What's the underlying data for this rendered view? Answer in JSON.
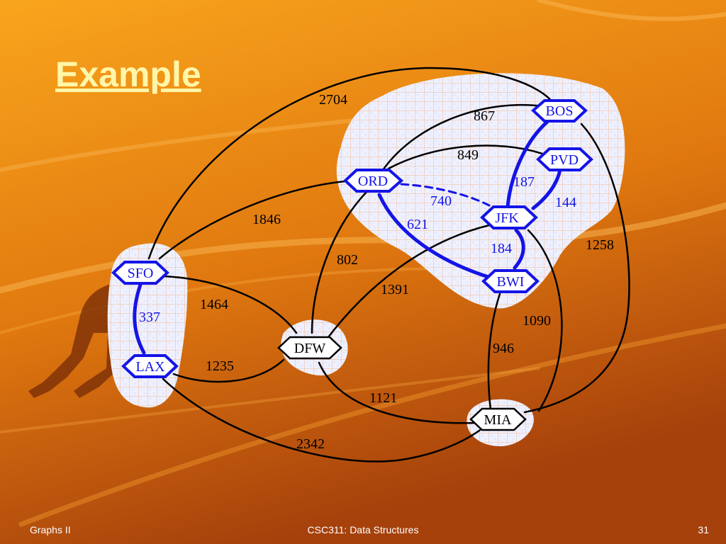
{
  "slide": {
    "title": "Example",
    "footer_left": "Graphs II",
    "footer_center": "CSC311: Data Structures",
    "footer_right": "31"
  },
  "colors": {
    "background_start": "#f7a21c",
    "background_end": "#a6410c",
    "title": "#fff6a8",
    "tree_edge": "#1414e6",
    "graph_edge": "#000000",
    "cluster_fill": "#eef0ff"
  },
  "nodes": [
    {
      "id": "BOS",
      "label": "BOS",
      "in_tree": true
    },
    {
      "id": "PVD",
      "label": "PVD",
      "in_tree": true
    },
    {
      "id": "ORD",
      "label": "ORD",
      "in_tree": true
    },
    {
      "id": "JFK",
      "label": "JFK",
      "in_tree": true
    },
    {
      "id": "BWI",
      "label": "BWI",
      "in_tree": true
    },
    {
      "id": "SFO",
      "label": "SFO",
      "in_tree": true
    },
    {
      "id": "LAX",
      "label": "LAX",
      "in_tree": true
    },
    {
      "id": "DFW",
      "label": "DFW",
      "in_tree": false
    },
    {
      "id": "MIA",
      "label": "MIA",
      "in_tree": false
    }
  ],
  "edges": [
    {
      "from": "SFO",
      "to": "BOS",
      "weight": "2704",
      "style": "plain"
    },
    {
      "from": "ORD",
      "to": "BOS",
      "weight": "867",
      "style": "plain"
    },
    {
      "from": "ORD",
      "to": "PVD",
      "weight": "849",
      "style": "plain"
    },
    {
      "from": "SFO",
      "to": "ORD",
      "weight": "1846",
      "style": "plain"
    },
    {
      "from": "ORD",
      "to": "DFW",
      "weight": "802",
      "style": "plain"
    },
    {
      "from": "DFW",
      "to": "JFK",
      "weight": "1391",
      "style": "plain"
    },
    {
      "from": "SFO",
      "to": "DFW",
      "weight": "1464",
      "style": "plain"
    },
    {
      "from": "LAX",
      "to": "DFW",
      "weight": "1235",
      "style": "plain"
    },
    {
      "from": "DFW",
      "to": "MIA",
      "weight": "1121",
      "style": "plain"
    },
    {
      "from": "LAX",
      "to": "MIA",
      "weight": "2342",
      "style": "plain"
    },
    {
      "from": "BWI",
      "to": "MIA",
      "weight": "946",
      "style": "plain"
    },
    {
      "from": "JFK",
      "to": "MIA",
      "weight": "1090",
      "style": "plain"
    },
    {
      "from": "BOS",
      "to": "MIA",
      "weight": "1258",
      "style": "plain"
    },
    {
      "from": "SFO",
      "to": "LAX",
      "weight": "337",
      "style": "tree"
    },
    {
      "from": "ORD",
      "to": "BWI",
      "weight": "621",
      "style": "tree"
    },
    {
      "from": "BOS",
      "to": "JFK",
      "weight": "187",
      "style": "tree"
    },
    {
      "from": "PVD",
      "to": "JFK",
      "weight": "144",
      "style": "tree"
    },
    {
      "from": "JFK",
      "to": "BWI",
      "weight": "184",
      "style": "tree"
    },
    {
      "from": "ORD",
      "to": "JFK",
      "weight": "740",
      "style": "dashed"
    }
  ]
}
